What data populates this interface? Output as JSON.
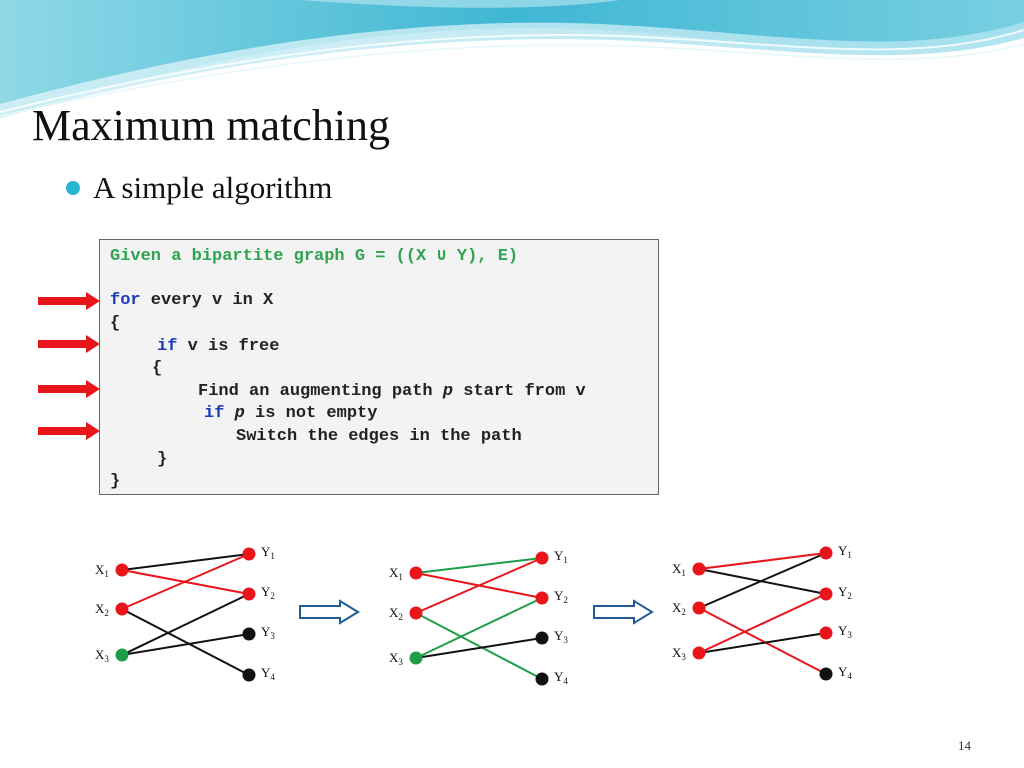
{
  "slide": {
    "title": "Maximum matching",
    "bullet": "A simple algorithm",
    "page_number": "14",
    "accent_color": "#27b6d1"
  },
  "code": {
    "given": "Given a bipartite graph G = ((X ∪ Y), E)",
    "for_kw": "for",
    "for_rest": " every v in X",
    "open_brace_outer": "{",
    "if_kw": "if",
    "if_rest": " v is free",
    "open_brace_inner": "{",
    "find_a": "Find an augmenting path ",
    "find_p": "p",
    "find_b": " start from v",
    "if2_kw": "if",
    "if2_space": " ",
    "if2_p": "p",
    "if2_rest": " is not empty",
    "switch": "Switch the edges in the path",
    "close_brace_inner": "}",
    "close_brace_outer": "}"
  },
  "graphs": [
    {
      "left_nodes": [
        {
          "label": "X",
          "sub": "1",
          "color": "#e8161a"
        },
        {
          "label": "X",
          "sub": "2",
          "color": "#e8161a"
        },
        {
          "label": "X",
          "sub": "3",
          "color": "#1f9e4a"
        }
      ],
      "right_nodes": [
        {
          "label": "Y",
          "sub": "1",
          "color": "#e8161a"
        },
        {
          "label": "Y",
          "sub": "2",
          "color": "#e8161a"
        },
        {
          "label": "Y",
          "sub": "3",
          "color": "#111111"
        },
        {
          "label": "Y",
          "sub": "4",
          "color": "#111111"
        }
      ],
      "edges": [
        {
          "from": 0,
          "to": 0,
          "color": "#111111"
        },
        {
          "from": 0,
          "to": 1,
          "color": "#e8161a"
        },
        {
          "from": 1,
          "to": 0,
          "color": "#e8161a"
        },
        {
          "from": 1,
          "to": 3,
          "color": "#111111"
        },
        {
          "from": 2,
          "to": 1,
          "color": "#111111"
        },
        {
          "from": 2,
          "to": 2,
          "color": "#111111"
        }
      ]
    },
    {
      "left_nodes": [
        {
          "label": "X",
          "sub": "1",
          "color": "#e8161a"
        },
        {
          "label": "X",
          "sub": "2",
          "color": "#e8161a"
        },
        {
          "label": "X",
          "sub": "3",
          "color": "#1f9e4a"
        }
      ],
      "right_nodes": [
        {
          "label": "Y",
          "sub": "1",
          "color": "#e8161a"
        },
        {
          "label": "Y",
          "sub": "2",
          "color": "#e8161a"
        },
        {
          "label": "Y",
          "sub": "3",
          "color": "#111111"
        },
        {
          "label": "Y",
          "sub": "4",
          "color": "#111111"
        }
      ],
      "edges": [
        {
          "from": 0,
          "to": 0,
          "color": "#1f9e4a"
        },
        {
          "from": 0,
          "to": 1,
          "color": "#e8161a"
        },
        {
          "from": 1,
          "to": 0,
          "color": "#e8161a"
        },
        {
          "from": 1,
          "to": 3,
          "color": "#1f9e4a"
        },
        {
          "from": 2,
          "to": 1,
          "color": "#1f9e4a"
        },
        {
          "from": 2,
          "to": 2,
          "color": "#111111"
        }
      ]
    },
    {
      "left_nodes": [
        {
          "label": "X",
          "sub": "1",
          "color": "#e8161a"
        },
        {
          "label": "X",
          "sub": "2",
          "color": "#e8161a"
        },
        {
          "label": "X",
          "sub": "3",
          "color": "#e8161a"
        }
      ],
      "right_nodes": [
        {
          "label": "Y",
          "sub": "1",
          "color": "#e8161a"
        },
        {
          "label": "Y",
          "sub": "2",
          "color": "#e8161a"
        },
        {
          "label": "Y",
          "sub": "3",
          "color": "#e8161a"
        },
        {
          "label": "Y",
          "sub": "4",
          "color": "#111111"
        }
      ],
      "edges": [
        {
          "from": 0,
          "to": 0,
          "color": "#e8161a"
        },
        {
          "from": 0,
          "to": 1,
          "color": "#111111"
        },
        {
          "from": 1,
          "to": 0,
          "color": "#111111"
        },
        {
          "from": 1,
          "to": 3,
          "color": "#e8161a"
        },
        {
          "from": 2,
          "to": 1,
          "color": "#e8161a"
        },
        {
          "from": 2,
          "to": 2,
          "color": "#111111"
        }
      ]
    }
  ]
}
